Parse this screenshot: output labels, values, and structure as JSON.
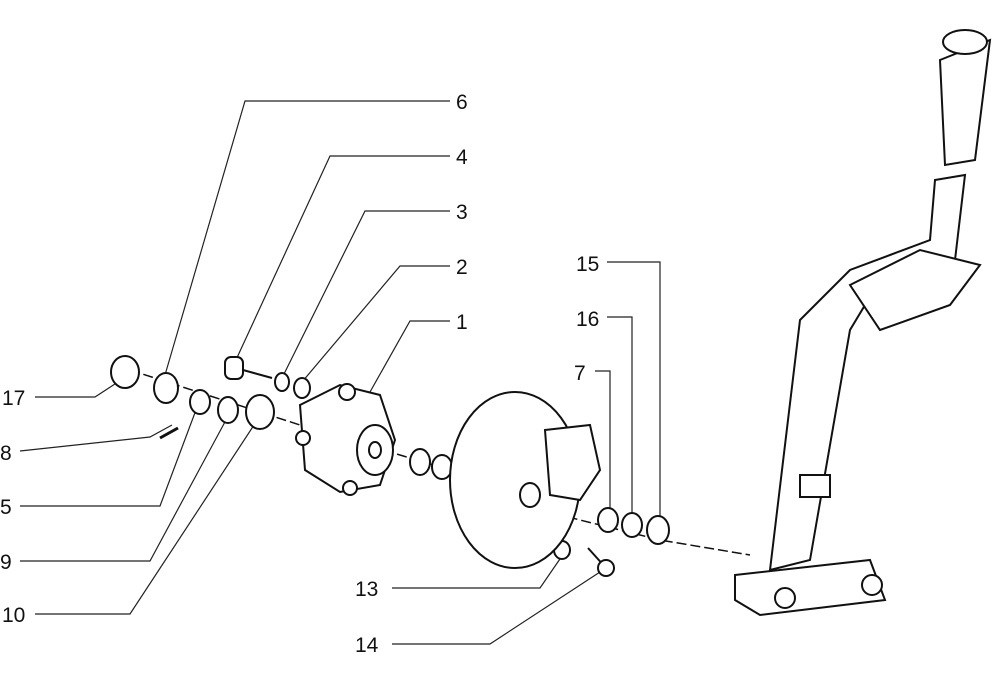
{
  "diagram": {
    "callouts": [
      {
        "id": "6",
        "label": "6"
      },
      {
        "id": "4",
        "label": "4"
      },
      {
        "id": "3",
        "label": "3"
      },
      {
        "id": "2",
        "label": "2"
      },
      {
        "id": "1",
        "label": "1"
      },
      {
        "id": "15",
        "label": "15"
      },
      {
        "id": "16",
        "label": "16"
      },
      {
        "id": "7",
        "label": "7"
      },
      {
        "id": "17",
        "label": "17"
      },
      {
        "id": "8",
        "label": "8"
      },
      {
        "id": "5",
        "label": "5"
      },
      {
        "id": "9",
        "label": "9"
      },
      {
        "id": "10",
        "label": "10"
      },
      {
        "id": "13",
        "label": "13"
      },
      {
        "id": "14",
        "label": "14"
      }
    ]
  }
}
